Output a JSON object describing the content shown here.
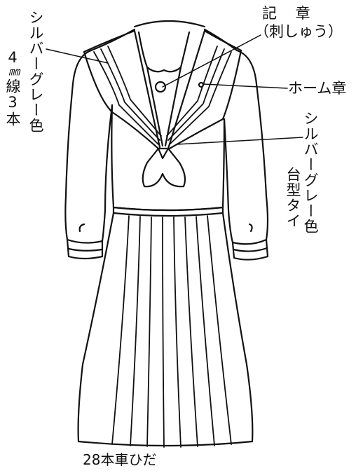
{
  "labels": {
    "emblem": "記 章",
    "emblem_detail": "（刺しゅう）",
    "home_emblem": "ホーム章",
    "collar_stripe_color": "シルバーグレー色",
    "collar_stripe_count_prefix": "4",
    "collar_stripe_unit": "㎜",
    "collar_stripe_count_suffix": "線3本",
    "tie_color": "シルバーグレー色",
    "tie_type": "台型タイ",
    "skirt_pleats": "28本車ひだ"
  },
  "colors": {
    "ink": "#111111",
    "paper": "#ffffff"
  }
}
